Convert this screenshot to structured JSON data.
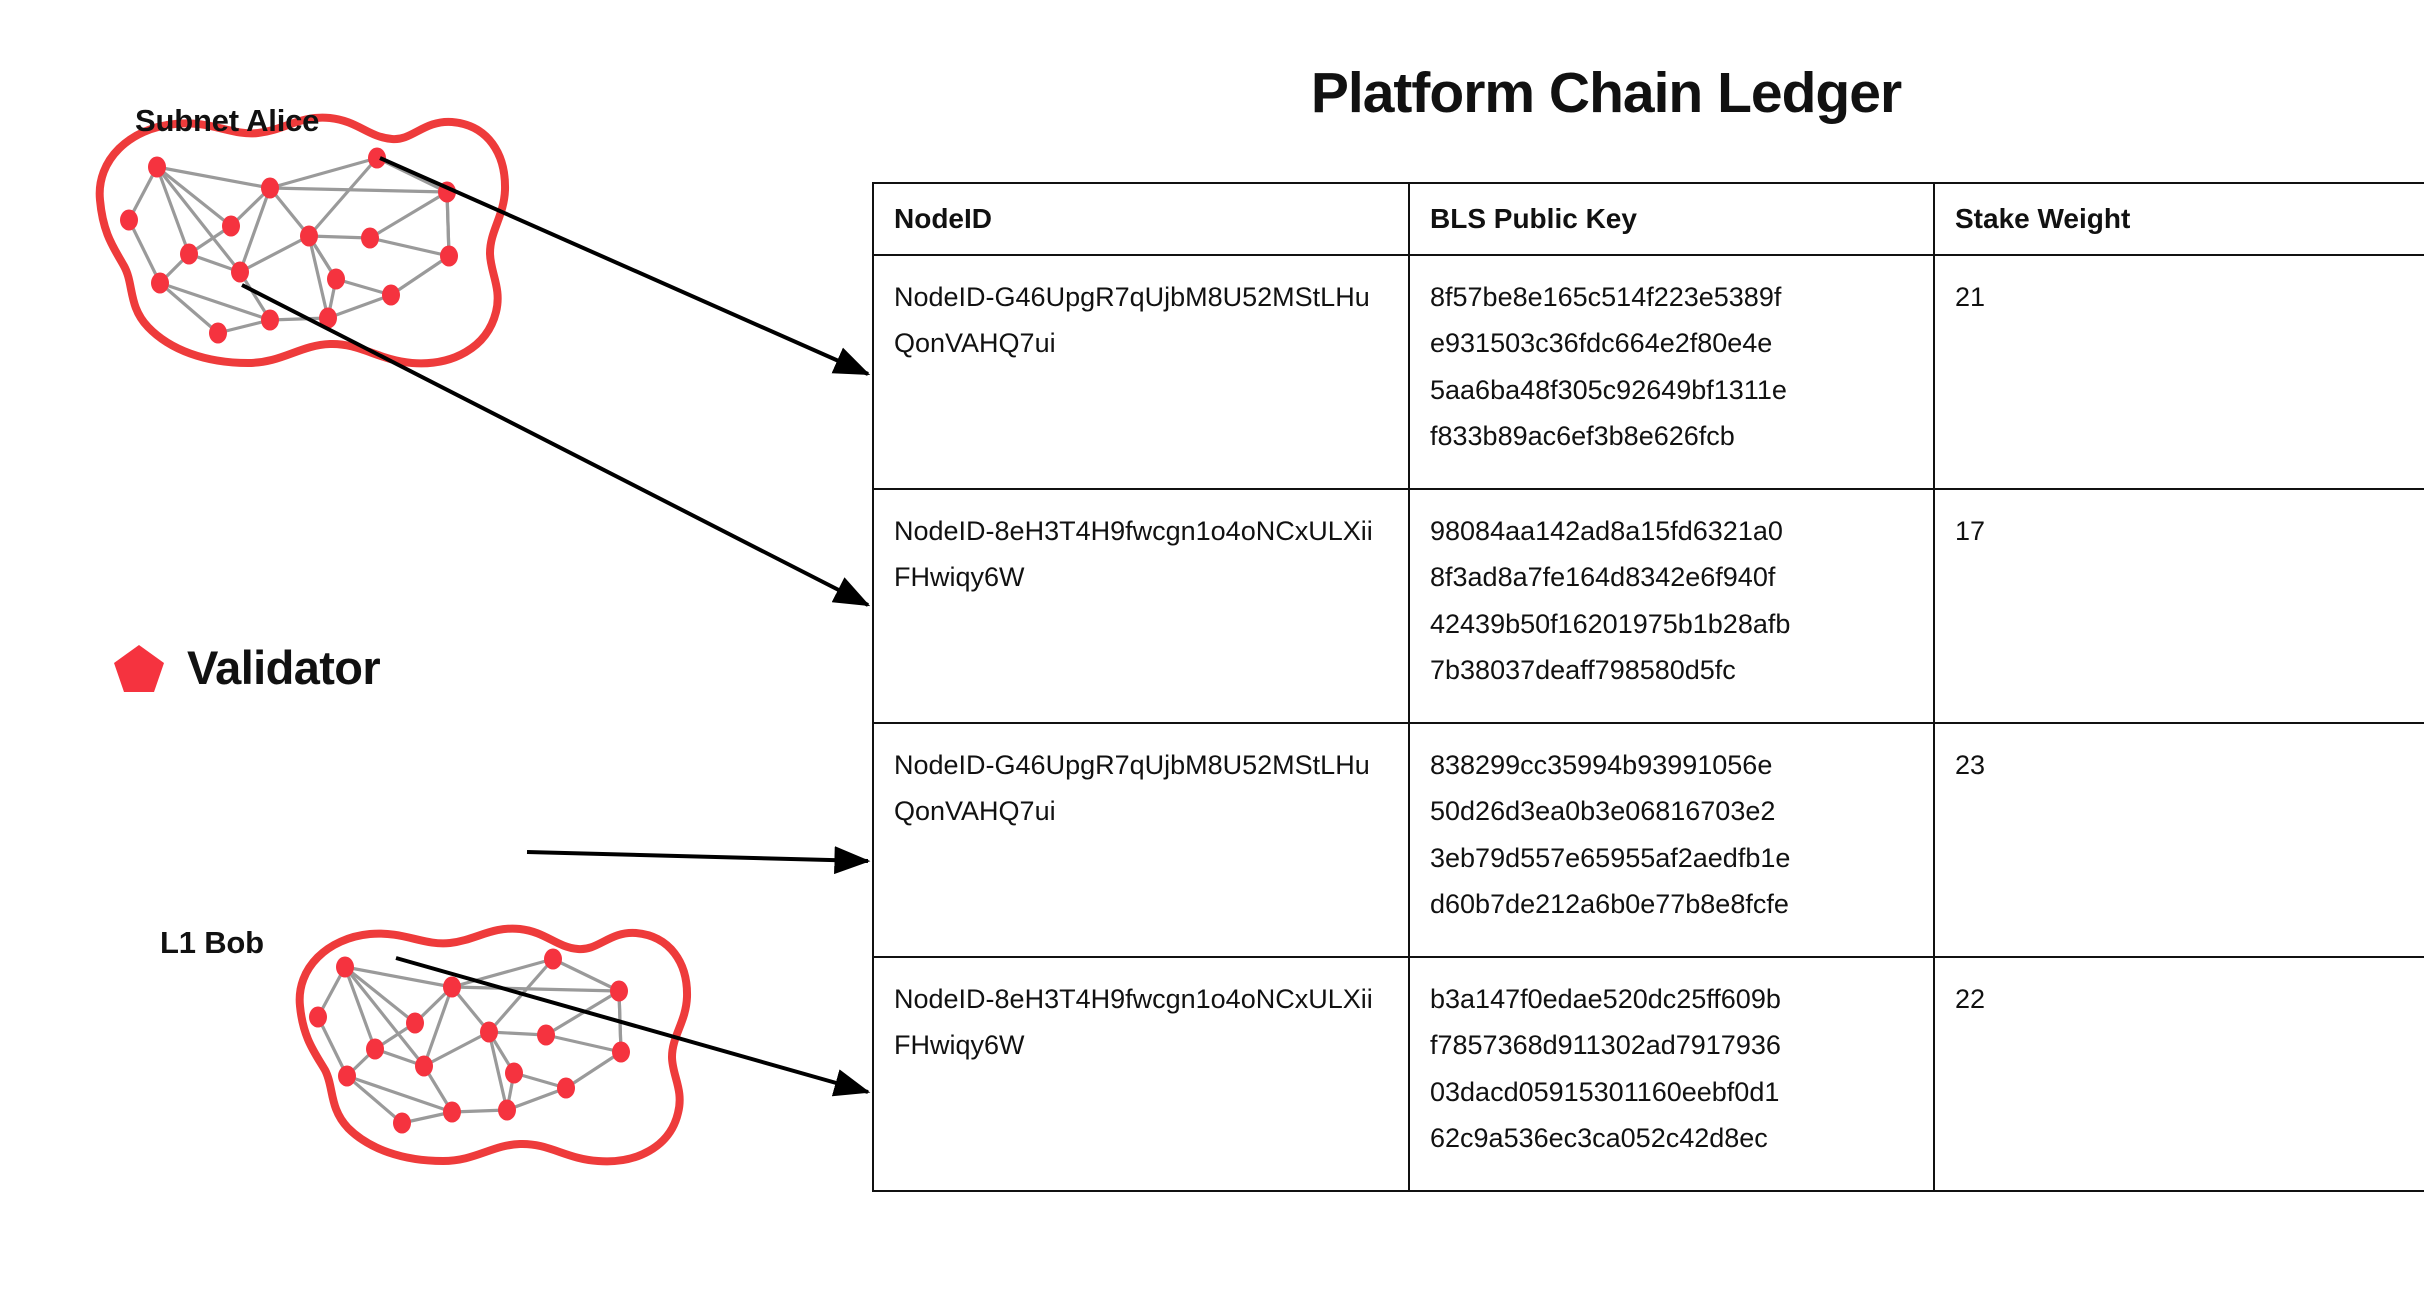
{
  "title": "Platform Chain Ledger",
  "clusters": [
    {
      "name": "subnet-alice",
      "label": "Subnet Alice"
    },
    {
      "name": "l1-bob",
      "label": "L1 Bob"
    }
  ],
  "legend": {
    "icon": "pentagon-icon",
    "label": "Validator",
    "color": "#F5333F"
  },
  "colors": {
    "validator_node": "#F5333F",
    "cluster_outline": "#EE3B3B",
    "edge": "#9a9a9a",
    "arrow": "#000000",
    "border": "#111111",
    "text": "#111111"
  },
  "table": {
    "headers": [
      "NodeID",
      "BLS Public Key",
      "Stake Weight"
    ],
    "rows": [
      {
        "nodeid": "NodeID-G46UpgR7qUjbM8U52MStLHuQonVAHQ7ui",
        "bls_lines": [
          "8f57be8e165c514f223e5389f",
          "e931503c36fdc664e2f80e4e",
          "5aa6ba48f305c92649bf1311e",
          "f833b89ac6ef3b8e626fcb"
        ],
        "bls": "8f57be8e165c514f223e5389fe931503c36fdc664e2f80e4e5aa6ba48f305c92649bf1311ef833b89ac6ef3b8e626fcb",
        "stake": "21"
      },
      {
        "nodeid": "NodeID-8eH3T4H9fwcgn1o4oNCxULXiiFHwiqy6W",
        "bls_lines": [
          "98084aa142ad8a15fd6321a0",
          "8f3ad8a7fe164d8342e6f940f",
          "42439b50f16201975b1b28afb",
          "7b38037deaff798580d5fc"
        ],
        "bls": "98084aa142ad8a15fd6321a08f3ad8a7fe164d8342e6f940f42439b50f16201975b1b28afb7b38037deaff798580d5fc",
        "stake": "17"
      },
      {
        "nodeid": "NodeID-G46UpgR7qUjbM8U52MStLHuQonVAHQ7ui",
        "bls_lines": [
          "838299cc35994b93991056e",
          "50d26d3ea0b3e06816703e2",
          "3eb79d557e65955af2aedfb1e",
          "d60b7de212a6b0e77b8e8fcfe"
        ],
        "bls": "838299cc35994b93991056e50d26d3ea0b3e06816703e23eb79d557e65955af2aedfb1ed60b7de212a6b0e77b8e8fcfe",
        "stake": "23"
      },
      {
        "nodeid": "NodeID-8eH3T4H9fwcgn1o4oNCxULXiiFHwiqy6W",
        "bls_lines": [
          "b3a147f0edae520dc25ff609b",
          "f7857368d911302ad7917936",
          "03dacd05915301160eebf0d1",
          "62c9a536ec3ca052c42d8ec"
        ],
        "bls": "b3a147f0edae520dc25ff609bf7857368d911302ad791793603dacd05915301160eebf0d162c9a536ec3ca052c42d8ec",
        "stake": "22"
      }
    ]
  }
}
